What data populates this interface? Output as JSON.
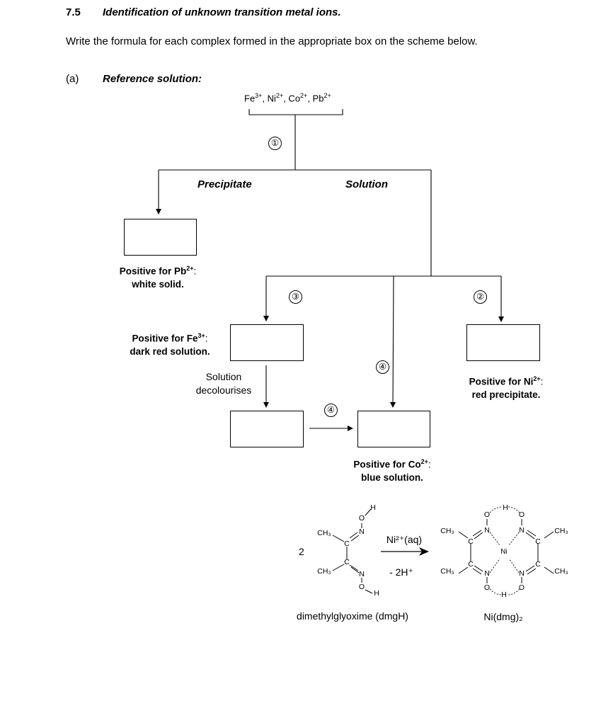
{
  "header": {
    "section_number": "7.5",
    "section_title": "Identification of unknown transition metal ions.",
    "instruction": "Write the formula for each complex formed in the appropriate box on the scheme below.",
    "part_label": "(a)",
    "part_title": "Reference solution:"
  },
  "scheme": {
    "ions": [
      "Fe",
      "3+",
      ", Ni",
      "2+",
      ", Co",
      "2+",
      ", Pb",
      "2+"
    ],
    "step1": "①",
    "step2": "②",
    "step3": "③",
    "step4a": "④",
    "step4b": "④",
    "precipitate_label": "Precipitate",
    "solution_label": "Solution",
    "pb_note_line1": "Positive for Pb",
    "pb_charge": "2+",
    "pb_note_line2": "white solid.",
    "fe_note_line1": "Positive for Fe",
    "fe_charge": "3+",
    "fe_note_line2": "dark red solution.",
    "ni_note_line1": "Positive for Ni",
    "ni_charge": "2+",
    "ni_note_line2": "red precipitate.",
    "co_note_line1": "Positive for Co",
    "co_charge": "2+",
    "co_note_line2": "blue solution.",
    "decolour_line1": "Solution",
    "decolour_line2": "decolourises",
    "colon": ":"
  },
  "reaction": {
    "coefficient": "2",
    "reagent": "Ni²⁺(aq)",
    "byproduct": "- 2H⁺",
    "reactant_name": "dimethylglyoxime (dmgH)",
    "product_name": "Ni(dmg)₂",
    "atoms": {
      "ch3": "CH₃",
      "c": "C",
      "n": "N",
      "o": "O",
      "h": "H",
      "ni": "Ni"
    }
  }
}
